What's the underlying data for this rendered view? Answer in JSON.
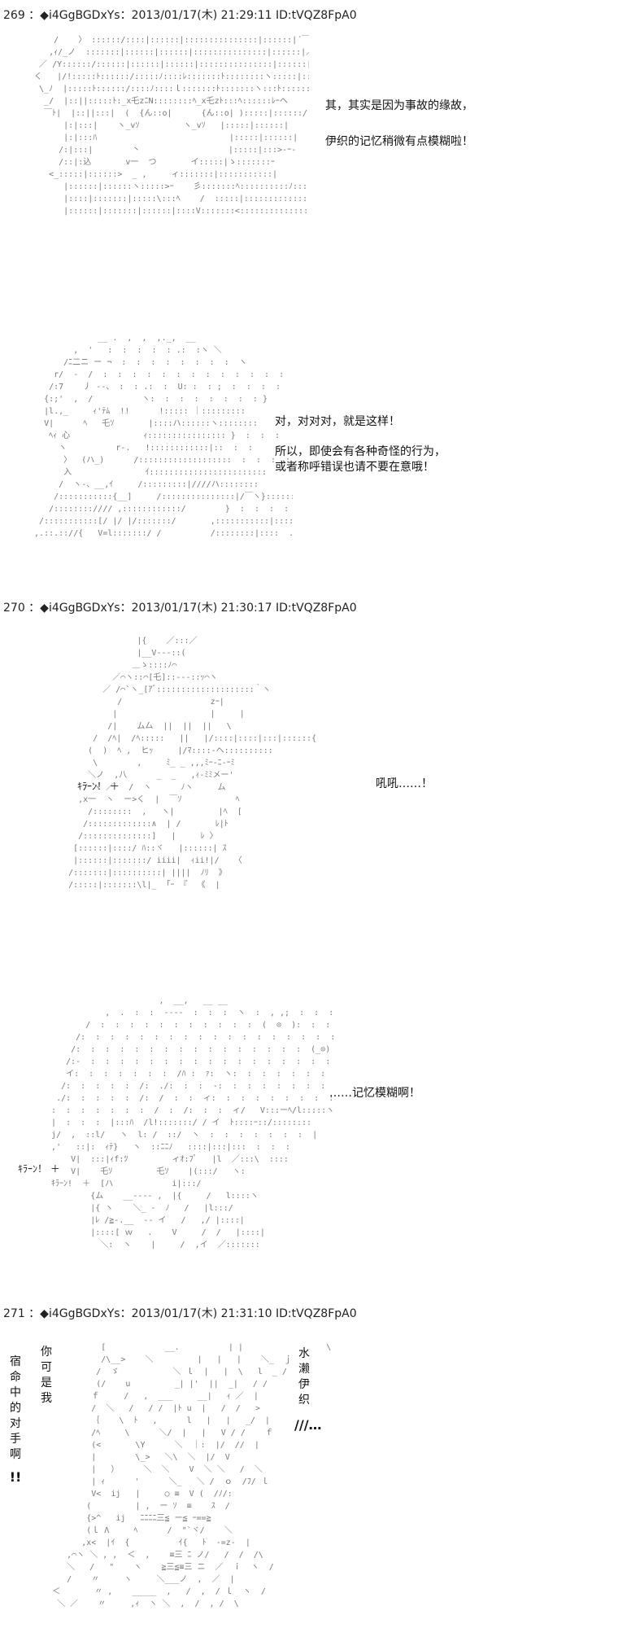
{
  "posts": [
    {
      "header": "269 ：◆i4GgBGDxYs：2013/01/17(木) 21:29:11 ID:tVQZ8FpA0",
      "panels": [
        {
          "art": "      /    〉 ::::::/::::|::::::|:::::::::::::::|::::::|´￣`ヽ\n     ,ｨ/_ノ  :::::::|::::::|::::::|:::::::::::::::|::::::|／ﾍﾉ|ニ-\n   ／ /Y::::::/::::::|::::::|::::::|:::::::::::::::|::::::|::ｒ丁::l::ﾍ  >\n  く   |/!:::::ﾄ::::::/:::::ﾉ::::ﾚ:::::::ﾄ::::::::ヽ:::::|::::::ﾄ_ﾉ::|\n   \\_ﾉ  |:::::ﾄ::::::/::::ﾉ::::ｌ:::::::ﾄ:::::::ヽ:::ﾄ::::::|::::ﾉ\n    _/  |::||:::::ﾄ:_x乇zﾆN::::::::ﾍ_x乇zﾄ:::ﾍ::::::ﾚｰヘ\n    ￣ﾄ|  |::||:::|  (  {ん::o|      {ん::o| ):::::|::::::/\n        |:|:::|    ヽ_vｿ         ヽ_vｿ   |:::::|::::::|\n        |:|:::ﾊ                           |:::::|::::::|\n       /:|:::|        丶                  |:::::|:::>-ｰ-\n       /::|:込       v一  つ       イ:::::|ゝ:::::::ｰ\n     <_:::::|::::::>  _ ,     ィ:::::::|:::::::::::|\n        |::::::|::::::ヽ:::::>ｰ    彡:::::::ﾍ::::::::::ﾉ::::::::::::::::\n        |::::|:::::::|:::::\\:::ﾍ    /  :::::|::::::::::::::|:::::::::::::\n        |::::::|:::::::|::::::|::::V:::::::<::::::::::::::::::ｲ::::::::::::",
          "lines": [
            "其，其实是因为事故的缘故，",
            "伊织的记忆稍微有点模糊啦！"
          ]
        },
        {
          "art": "               __ .  ,  ,  ,._,  __\n          ,  '   :  :  :  :  : .:  :ヽ ＼\n        /ﾆ二ニ ー ¬  :  :  :  :  :  :  :  :  ヽ\n      r/  -  /  :  :  :  :  :  :  :  :  :  :  :  :  :  ＼\n     /:7    丿 ‐-、 :  : .:  :  U: :  : ;  :  :  :  :\n    {:;'  ,  /          ヽ:  :  :  :  :  :  :  : }\n    |l.,_     ｨ'ﾃﾑ  !!      !::::: ｜:::::::::\n    V|      ﾍ   乇ｿ       |::::ハ::::::ヽ::::::::\n     ﾍｨ 心               ｨ:::::::::::::::: }  :  :  :\n       ヽ          r-.   !::::::::::::|::  :  :\n        〉  (ハ_)      /:::::::::::::::::::  :  :  :  :\n        入               ｲ::::::::::::::::::::::::\n       /  ヽ-、__,ｲ     /:::::::::|////ハ::::::::\n      /:::::::::::{__]     /:::::::::::::::|/￣ヽ}::::::::::\n     /:::::::://// ,::::::::::::/        }  :  :  :  :  :\n   /:::::::::::[/ |/ |/:::::::/       ,:::::::::::|::::\n  ,.::.:://{   V=l:::::::/ /          /::::::::|::::  .",
          "lines": [
            "对，对对对，就是这样！",
            "所以，即使会有各种奇怪的行为，",
            "或者称呼错误也请不要在意哦！"
          ]
        }
      ]
    },
    {
      "header": "270 ：◆i4GgBGDxYs：2013/01/17(木) 21:30:17 ID:tVQZ8FpA0",
      "panels": [
        {
          "art": "                  |{    ／:::／\n                  |__V---::(\n                 ＿ゝ::::ﾉ⌒\n             ／⌒ヽ::⌒[乇]::---::ｯ⌒ヽ\n           ／ /⌒`ヽ_[ｱﾞ::::::::::::::::::::｀ヽ\n              /                  zｰ|\n             |                   |     |\n            /|    ム厶  ||  ||  ||   \\\n         /  /ﾍ|  /ﾍ:::::   ||   |/::::|::::|:::|::::::{\n        (  )  ﾍ ,  ヒｯ     |/ﾏ::::-ヘ::::::::::\n         \\        ,     ﾐ_ _ ,,,ﾐｰ-ﾆ-ｰﾐ\n        ＼ノ  ,八      _  _   ,ｨ-ﾐﾐメー'\n       / ヽ ／   /  ヽ      ﾉヽ     ム\n      ,x一  ヽ  ー>く  |  ￣ｿ           ﾍ\n        /::::::::  ,   ヽ|         |ﾍ  [\n       /:::::::::::::∧  | /       ﾚ|ﾄ\n      /::::::::::::::]   |     ﾚ 〉\n     [::::::|::::/ ﾊ::ヾ   |::::::| ｽ\n     |::::::|:::::::/ iiii|  ｨii!|/   〈\n    /:::::::|::::::::::| ||||  ﾉﾘ  》\n    /:::::|:::::::\\l|_  ｢ｰ 『  《  |",
          "sfx": [
            {
              "text": "ｷﾗｰﾝ！ ＋",
              "pos": "left"
            },
            {
              "text": "吼吼……！",
              "pos": "right"
            }
          ]
        },
        {
          "art": "                         ,  __,   __ __\n              ,  .  :  :  ----  :  :  :  ヽ  :  , ,;  :  :  :\n          /  :  :  :  :  :  :  :  :  :  :  :  (  ⊙  ):  :  :  :\n        /:  :  :  :  :  :  :  :  :  :  :  :  :  :  :  :  :  :  :  |\n       /:  :  :  :  :  :  :  :  :  :  :  :  :  :  :  :  (_⊙)  :  :  |\n      /:-  :  :  :  :  :  :  :  :  :  :  :  :  :  :  :  :  :  :  :  :  [\n      イ:  :  :  :  :  :  :  /ﾊ :  ｧ:  ヽ:  :  :  :  :  :  :  ||\n     /:  :  :  :  :  /:  ./:  :  :  -:  :  :  :  :  :  :  :  :  |\n    ./:  :  :  :  :  /:  /  :  :  ィ:  :  :  :  :  :  :  :  :  :  |\n   :  :  :  :  :  :  :  /  :  /:  :  :  ィ/   V:::ーﾍ/l:::::ヽ\n   |  :  :  :  |:::ﾊ  /l!:::::::/ / イ  ﾄ::::ｰ::/::::::::\n   j/  ,  ::l/   ヽ  l: /  ::/  ヽ  :  :  :  :  :  :  :  |\n   ,'   ::|:  ｨﾃ}   ヽ  ::ﾆﾆﾉ   ::::|:::|:::  :  :  :\n       V|  :::|ｨf:ﾂ         ィｵ:ﾌﾟ   |l  ／:::\\  ::::\n       V|    乇ｿ         乇ｿ    |(:::/   ヽ:\n   ｷﾗｰﾝ!  ＋  [ハ            i|:::/\n           {ム    __---- ,  |{     /   l::::ヽ\n           |{ ヽ    ＼_ -  ﾉ   /   |l:::/\n           |ﾚ /≧-.__  -- イ   /   ,/ |::::|\n           |::::[ ｗ   .    V     /  /   |::::|\n             ＼:  ヽ    |     /  ,イ  ／:::::::",
          "lines": [
            "……记忆模糊啊！"
          ],
          "sfx": [
            {
              "text": "ｷﾗｰﾝ！ ＋",
              "pos": "left"
            }
          ]
        }
      ]
    },
    {
      "header": "271 ：◆i4GgBGDxYs：2013/01/17(木) 21:31:10 ID:tVQZ8FpA0",
      "panels": [
        {
          "art": "              [            __.          | |                 \\\n              /\\__>    ＼         |   |   |    ＼_  ｊ\n             /  ゞ           ＼ ｌ  |   |  \\   l  _ /\n             (/    u         _| |'  ||  _|   / /\n            ｆ     /   ,  ___     __|   ｨ ／  |\n            /  ＼   /   / /  |ﾄ u  |   /  /   >\n            ｛    \\  ﾄ   ,      l   |   |   _/  |\n            /ﾍ     \\      ＼/  |   |   V / /    ｆ\n            (<       \\Y      ＼  ｜:  |/  //  |\n            |        \\_>   ＼\\  ＼  |/  V\n            |   ）     ＼  ＼    V  ＼ ＼   /  ＼\n            | ｨ      '      ＼_   ＼ /  ｏ  /ﾌ/ ｌ\n            V<  ij   |     ○ ≡  V (  /ﾉ/:\n           (         | ,  ー ｿ  ≡    ｽ  /\n           {>^   ij   ﾆﾆﾆﾆ三≦ ー≦ ｰ==≧\n           (ｌ Λ     ﾍ      /  \"`ヾ/    ＼\n          ,x<  |ｲ  {          ｲ{   ﾄ  -=z-  |\n       ,⌒ヽ ＼ , ,  ＜  ,    ≡三 ﾆ ノ/   /  /  /\\\n       ＼   /   \"    ヽ    ≧三≦≡三 ニ  ／  ｉ  ヽ  /\n       /    〃     ヽ     ＼___ノ  ,  ／  |\n    ＜       〃 ,    _____  ,   /  ,  / ｌ  ヽ  /\n     ＼ ／    〃     ,ｨ  ヽ ＼  ,  /  , /  \\",
          "vertical": [
            {
              "text": "宿命中的对手啊",
              "pos": "far-left"
            },
            {
              "text": "你可是我",
              "pos": "left"
            },
            {
              "text": "水濑伊织",
              "pos": "right"
            }
          ],
          "marks": [
            {
              "text": "!!",
              "pos": "far-left"
            },
            {
              "text": "///…",
              "pos": "right"
            }
          ]
        }
      ]
    }
  ]
}
